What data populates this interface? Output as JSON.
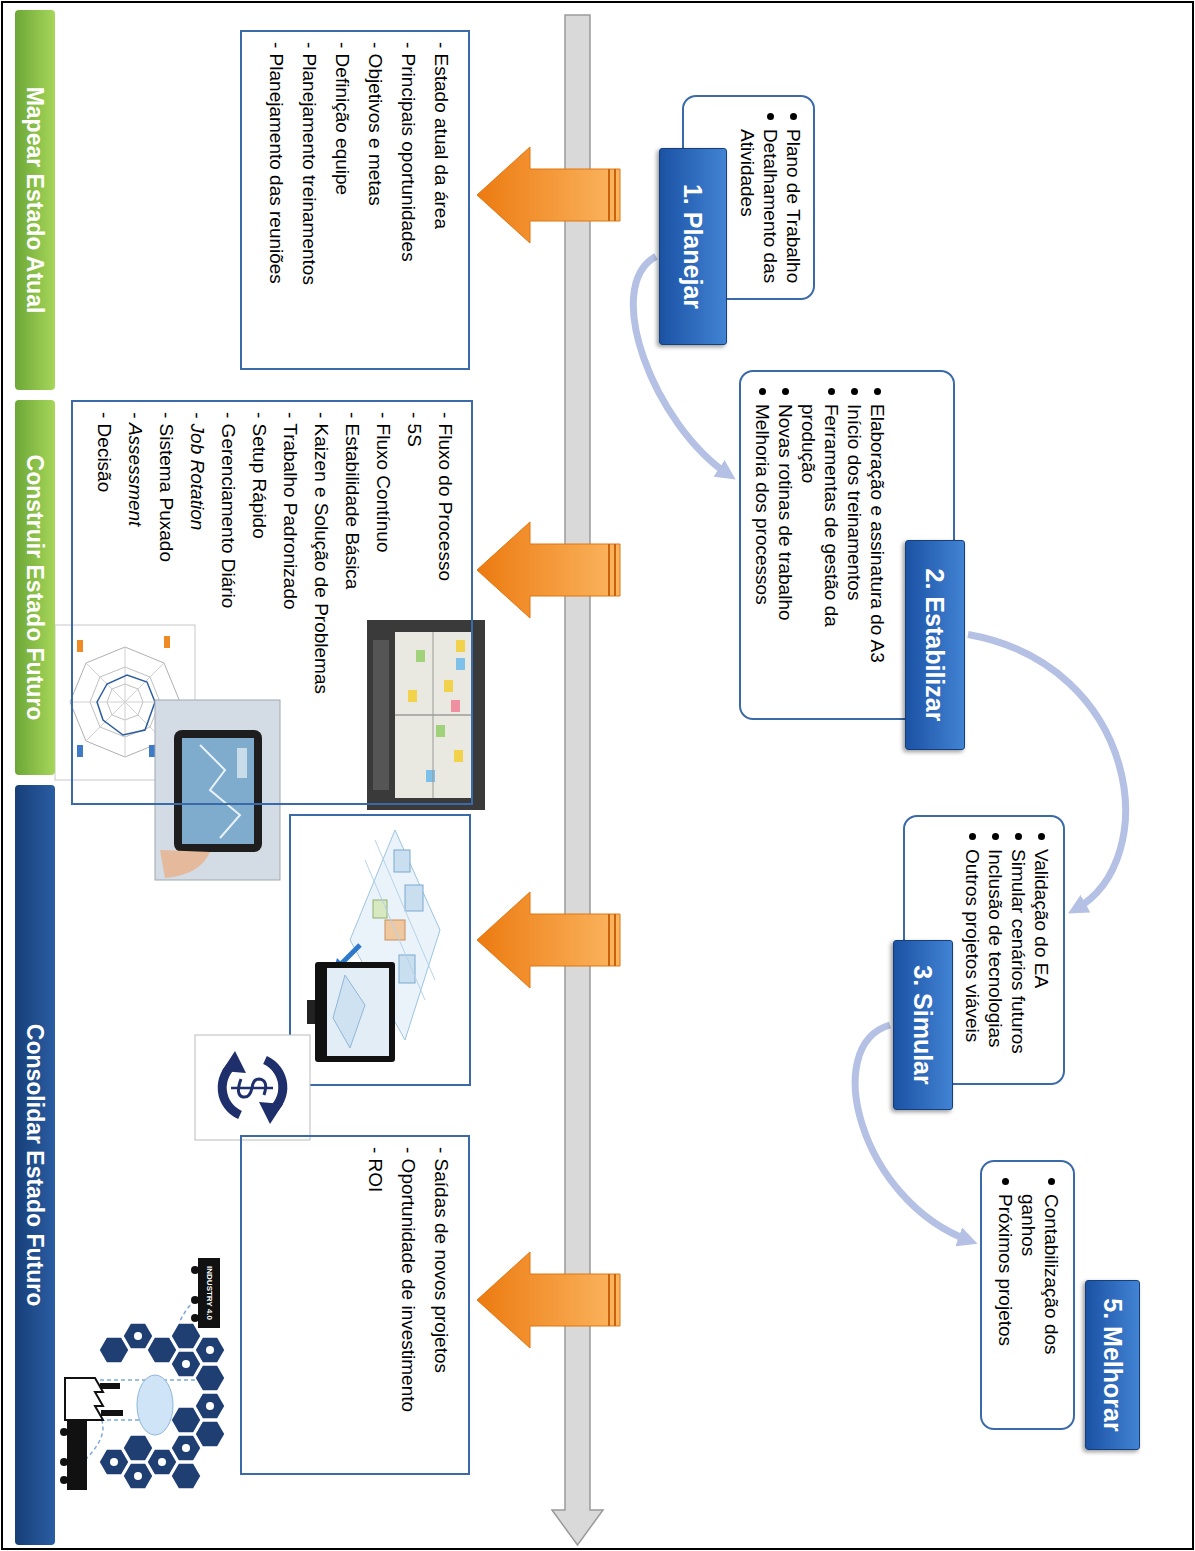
{
  "diagram": {
    "nodes": [
      {
        "text": [
          "1. Planejar"
        ]
      },
      {
        "text": [
          "Plano de Trabalho",
          "Detalhamento das Atividades"
        ]
      },
      {
        "text": [
          "2. Estabilizar"
        ]
      },
      {
        "text": [
          "Elaboração e assinatura do A3",
          "Início dos treinamentos",
          "Ferramentas de gestão da produção",
          "Novas rotinas de trabalho",
          "Melhoria dos processos"
        ]
      },
      {
        "text": [
          "3. Simular"
        ]
      },
      {
        "text": [
          "Validação do EA",
          "Simular cenários futuros",
          "Inclusão de tecnologias",
          "Outros projetos viáveis"
        ]
      },
      {
        "text": [
          "5. Melhorar"
        ]
      },
      {
        "text": [
          "Contabilização dos ganhos",
          "Próximos projetos"
        ]
      },
      {
        "text": [
          "- Estado atual da área",
          "- Principais oportunidades",
          "- Objetivos e metas",
          "- Definição equipe",
          "- Planejamento treinamentos",
          "- Planejamento das reuniões"
        ]
      },
      {
        "text": [
          "- Fluxo do Processo",
          "- 5S",
          "- Fluxo Contínuo",
          "- Estabilidade Básica",
          "- Kaizen e Solução de Problemas",
          "- Trabalho Padronizado",
          "- Setup Rápido",
          "- Gerenciamento Diário",
          "- Job Rotation",
          "- Sistema Puxado",
          "- Assessment",
          "- Decisão"
        ]
      },
      {
        "text": [
          "- Saídas de novos projetos",
          "- Oportunidade de investimento",
          "- ROI"
        ]
      },
      {
        "text": [
          "Mapear Estado Atual"
        ]
      },
      {
        "text": [
          "Construir Estado Futuro"
        ]
      },
      {
        "text": [
          "Consolidar Estado Futuro"
        ]
      }
    ],
    "edges": [
      {
        "from": 0,
        "to": 3,
        "arrow": "to"
      },
      {
        "from": 2,
        "to": 5,
        "arrow": "to"
      },
      {
        "from": 4,
        "to": 7,
        "arrow": "to"
      }
    ],
    "labels": [
      "INDUSTRY 4.0"
    ]
  }
}
